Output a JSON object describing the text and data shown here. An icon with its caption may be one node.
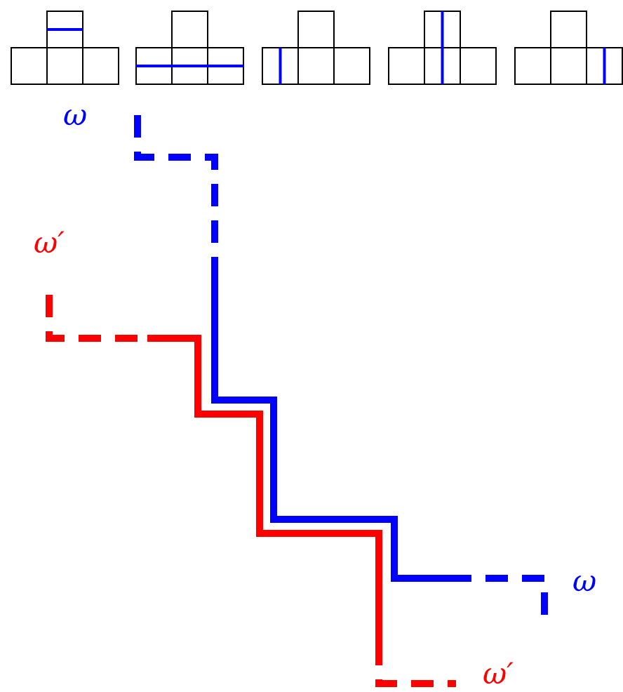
{
  "diagram": {
    "labels": [
      "ω",
      "ω′",
      "ω",
      "ω′"
    ]
  }
}
